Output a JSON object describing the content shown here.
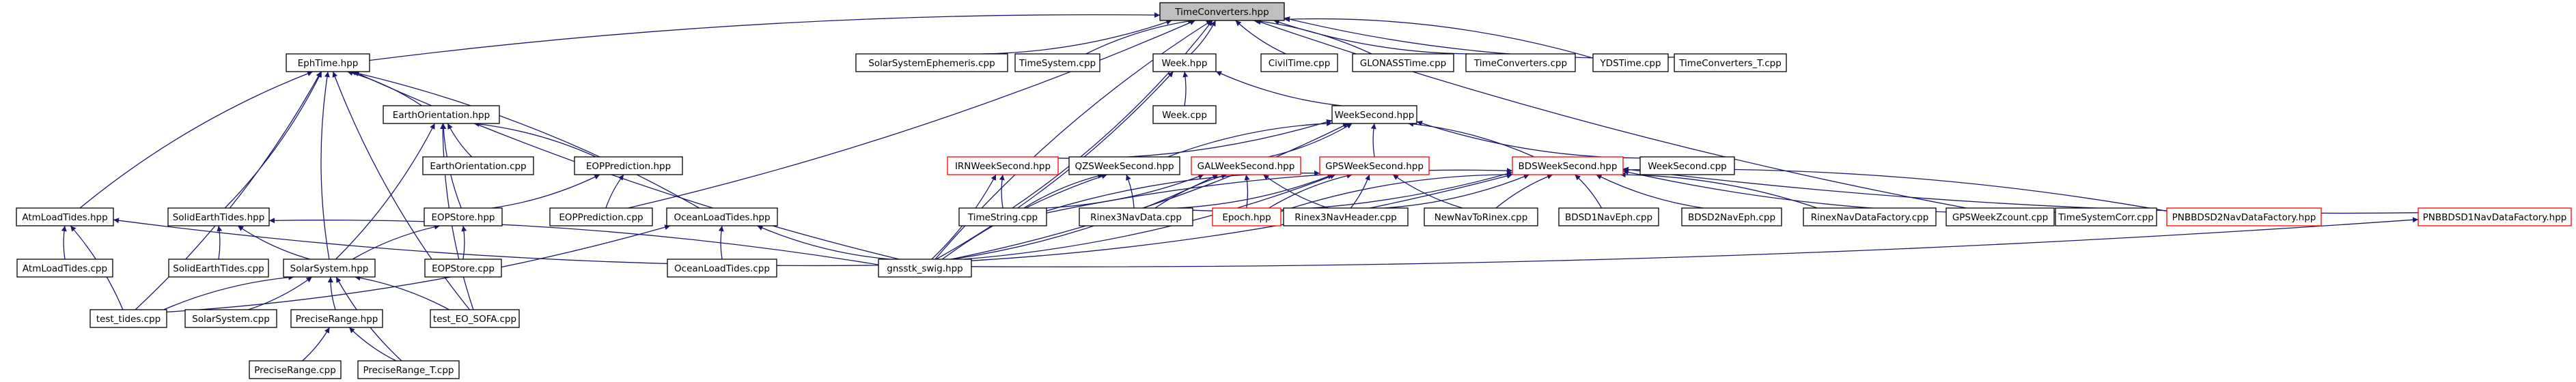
{
  "diagram": {
    "nodes": [
      {
        "id": "root",
        "label": "TimeConverters.hpp",
        "kind": "root"
      },
      {
        "id": "ephtime",
        "label": "EphTime.hpp"
      },
      {
        "id": "ssephem",
        "label": "SolarSystemEphemeris.cpp"
      },
      {
        "id": "timesystem",
        "label": "TimeSystem.cpp"
      },
      {
        "id": "week",
        "label": "Week.hpp"
      },
      {
        "id": "civiltime",
        "label": "CivilTime.cpp"
      },
      {
        "id": "glonass",
        "label": "GLONASSTime.cpp"
      },
      {
        "id": "tcconv",
        "label": "TimeConverters.cpp"
      },
      {
        "id": "ydstime",
        "label": "YDSTime.cpp"
      },
      {
        "id": "tcconvt",
        "label": "TimeConverters_T.cpp"
      },
      {
        "id": "earthorient",
        "label": "EarthOrientation.hpp"
      },
      {
        "id": "weekcpp",
        "label": "Week.cpp"
      },
      {
        "id": "weeksecond",
        "label": "WeekSecond.hpp"
      },
      {
        "id": "earthorientcpp",
        "label": "EarthOrientation.cpp"
      },
      {
        "id": "eoppred",
        "label": "EOPPrediction.hpp"
      },
      {
        "id": "irn",
        "label": "IRNWeekSecond.hpp",
        "kind": "red"
      },
      {
        "id": "qzs",
        "label": "QZSWeekSecond.hpp"
      },
      {
        "id": "gal",
        "label": "GALWeekSecond.hpp",
        "kind": "red"
      },
      {
        "id": "gps",
        "label": "GPSWeekSecond.hpp",
        "kind": "red"
      },
      {
        "id": "bds",
        "label": "BDSWeekSecond.hpp",
        "kind": "red"
      },
      {
        "id": "weeksecondcpp",
        "label": "WeekSecond.cpp"
      },
      {
        "id": "atmload",
        "label": "AtmLoadTides.hpp"
      },
      {
        "id": "solidearth",
        "label": "SolidEarthTides.hpp"
      },
      {
        "id": "eopstore",
        "label": "EOPStore.hpp"
      },
      {
        "id": "eoppredcpp",
        "label": "EOPPrediction.cpp"
      },
      {
        "id": "oceanload",
        "label": "OceanLoadTides.hpp"
      },
      {
        "id": "timestring",
        "label": "TimeString.cpp"
      },
      {
        "id": "rinex3navdata",
        "label": "Rinex3NavData.cpp"
      },
      {
        "id": "epoch",
        "label": "Epoch.hpp",
        "kind": "red"
      },
      {
        "id": "rinex3navheader",
        "label": "Rinex3NavHeader.cpp"
      },
      {
        "id": "newnav",
        "label": "NewNavToRinex.cpp"
      },
      {
        "id": "bdsd1",
        "label": "BDSD1NavEph.cpp"
      },
      {
        "id": "bdsd2",
        "label": "BDSD2NavEph.cpp"
      },
      {
        "id": "rinexnavfact",
        "label": "RinexNavDataFactory.cpp"
      },
      {
        "id": "gpsweekz",
        "label": "GPSWeekZcount.cpp"
      },
      {
        "id": "timesyscorr",
        "label": "TimeSystemCorr.cpp"
      },
      {
        "id": "pnbbdsd2",
        "label": "PNBBDSD2NavDataFactory.hpp",
        "kind": "red"
      },
      {
        "id": "pnbbdsd1",
        "label": "PNBBDSD1NavDataFactory.hpp",
        "kind": "red"
      },
      {
        "id": "atmloadcpp",
        "label": "AtmLoadTides.cpp"
      },
      {
        "id": "solidearthcpp",
        "label": "SolidEarthTides.cpp"
      },
      {
        "id": "solarsystem",
        "label": "SolarSystem.hpp"
      },
      {
        "id": "eopstorecpp",
        "label": "EOPStore.cpp"
      },
      {
        "id": "oceanloadcpp",
        "label": "OceanLoadTides.cpp"
      },
      {
        "id": "gnsstk",
        "label": "gnsstk_swig.hpp"
      },
      {
        "id": "testtides",
        "label": "test_tides.cpp"
      },
      {
        "id": "solarsystemcpp",
        "label": "SolarSystem.cpp"
      },
      {
        "id": "precise",
        "label": "PreciseRange.hpp"
      },
      {
        "id": "testeo",
        "label": "test_EO_SOFA.cpp"
      },
      {
        "id": "precisecpp",
        "label": "PreciseRange.cpp"
      },
      {
        "id": "preciset",
        "label": "PreciseRange_T.cpp"
      }
    ],
    "edges": [
      [
        "ephtime",
        "root"
      ],
      [
        "ssephem",
        "root"
      ],
      [
        "timesystem",
        "root"
      ],
      [
        "week",
        "root"
      ],
      [
        "civiltime",
        "root"
      ],
      [
        "glonass",
        "root"
      ],
      [
        "tcconv",
        "root"
      ],
      [
        "ydstime",
        "root"
      ],
      [
        "tcconvt",
        "root"
      ],
      [
        "eoppredcpp",
        "root"
      ],
      [
        "gnsstk",
        "root"
      ],
      [
        "timestring",
        "root"
      ],
      [
        "gpsweekz",
        "root"
      ],
      [
        "earthorient",
        "ephtime"
      ],
      [
        "atmload",
        "ephtime"
      ],
      [
        "solidearth",
        "ephtime"
      ],
      [
        "solarsystem",
        "ephtime"
      ],
      [
        "oceanload",
        "ephtime"
      ],
      [
        "gnsstk",
        "ephtime"
      ],
      [
        "testtides",
        "ephtime"
      ],
      [
        "testeo",
        "ephtime"
      ],
      [
        "weekcpp",
        "week"
      ],
      [
        "weeksecond",
        "week"
      ],
      [
        "gnsstk",
        "week"
      ],
      [
        "earthorientcpp",
        "earthorient"
      ],
      [
        "eoppred",
        "earthorient"
      ],
      [
        "eopstore",
        "earthorient"
      ],
      [
        "solarsystem",
        "earthorient"
      ],
      [
        "testeo",
        "earthorient"
      ],
      [
        "eopstore",
        "eoppred"
      ],
      [
        "eoppredcpp",
        "eoppred"
      ],
      [
        "irn",
        "weeksecond"
      ],
      [
        "qzs",
        "weeksecond"
      ],
      [
        "gal",
        "weeksecond"
      ],
      [
        "gps",
        "weeksecond"
      ],
      [
        "bds",
        "weeksecond"
      ],
      [
        "weeksecondcpp",
        "weeksecond"
      ],
      [
        "gnsstk",
        "weeksecond"
      ],
      [
        "timestring",
        "irn"
      ],
      [
        "gnsstk",
        "irn"
      ],
      [
        "timestring",
        "qzs"
      ],
      [
        "rinex3navdata",
        "qzs"
      ],
      [
        "gnsstk",
        "qzs"
      ],
      [
        "timestring",
        "gal"
      ],
      [
        "rinex3navdata",
        "gal"
      ],
      [
        "epoch",
        "gal"
      ],
      [
        "rinex3navheader",
        "gal"
      ],
      [
        "gnsstk",
        "gal"
      ],
      [
        "timestring",
        "gps"
      ],
      [
        "rinex3navdata",
        "gps"
      ],
      [
        "epoch",
        "gps"
      ],
      [
        "rinex3navheader",
        "gps"
      ],
      [
        "newnav",
        "gps"
      ],
      [
        "gnsstk",
        "gps"
      ],
      [
        "timestring",
        "bds"
      ],
      [
        "rinex3navdata",
        "bds"
      ],
      [
        "epoch",
        "bds"
      ],
      [
        "rinex3navheader",
        "bds"
      ],
      [
        "newnav",
        "bds"
      ],
      [
        "bdsd1",
        "bds"
      ],
      [
        "bdsd2",
        "bds"
      ],
      [
        "rinexnavfact",
        "bds"
      ],
      [
        "timesyscorr",
        "bds"
      ],
      [
        "pnbbdsd2",
        "bds"
      ],
      [
        "pnbbdsd1",
        "bds"
      ],
      [
        "gnsstk",
        "bds"
      ],
      [
        "atmloadcpp",
        "atmload"
      ],
      [
        "testtides",
        "atmload"
      ],
      [
        "gnsstk",
        "atmload"
      ],
      [
        "solidearthcpp",
        "solidearth"
      ],
      [
        "solarsystem",
        "solidearth"
      ],
      [
        "gnsstk",
        "solidearth"
      ],
      [
        "solarsystem",
        "eopstore"
      ],
      [
        "eopstorecpp",
        "eopstore"
      ],
      [
        "oceanloadcpp",
        "oceanload"
      ],
      [
        "testtides",
        "oceanload"
      ],
      [
        "gnsstk",
        "oceanload"
      ],
      [
        "gnsstk",
        "pnbbdsd1"
      ],
      [
        "testtides",
        "solarsystem"
      ],
      [
        "solarsystemcpp",
        "solarsystem"
      ],
      [
        "precise",
        "solarsystem"
      ],
      [
        "testeo",
        "solarsystem"
      ],
      [
        "preciset",
        "solarsystem"
      ],
      [
        "precisecpp",
        "precise"
      ],
      [
        "preciset",
        "precise"
      ]
    ]
  }
}
